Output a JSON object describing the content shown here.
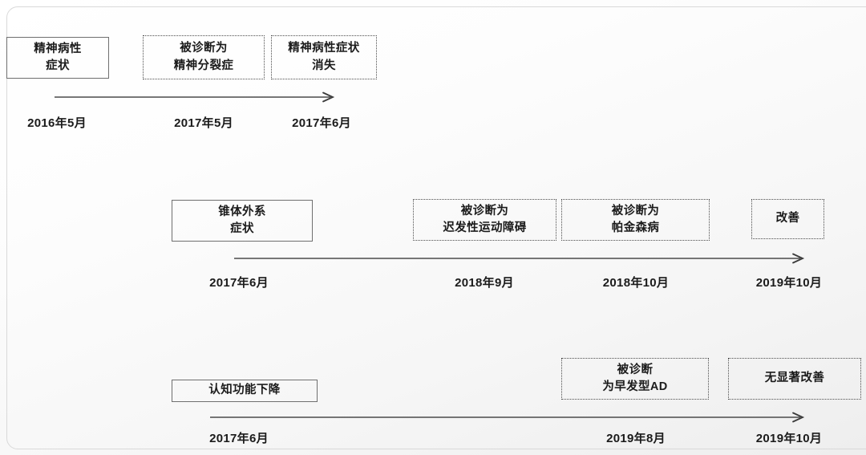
{
  "figure": {
    "type": "timeline-diagram",
    "rows": [
      {
        "id": "row-psychotic",
        "start_box": {
          "lines": [
            "精神病性",
            "症状"
          ],
          "style": "solid"
        },
        "event_boxes": [
          {
            "lines": [
              "被诊断为",
              "精神分裂症"
            ],
            "style": "dotted"
          },
          {
            "lines": [
              "精神病性症状",
              "消失"
            ],
            "style": "dotted"
          }
        ],
        "dates": [
          "2016年5月",
          "2017年5月",
          "2017年6月"
        ]
      },
      {
        "id": "row-extrapyramidal",
        "start_box": {
          "lines": [
            "锥体外系",
            "症状"
          ],
          "style": "solid"
        },
        "event_boxes": [
          {
            "lines": [
              "被诊断为",
              "迟发性运动障碍"
            ],
            "style": "dotted"
          },
          {
            "lines": [
              "被诊断为",
              "帕金森病"
            ],
            "style": "dotted"
          },
          {
            "lines": [
              "改善"
            ],
            "style": "dotted"
          }
        ],
        "dates": [
          "2017年6月",
          "2018年9月",
          "2018年10月",
          "2019年10月"
        ]
      },
      {
        "id": "row-cognitive",
        "start_box": {
          "lines": [
            "认知功能下降"
          ],
          "style": "solid"
        },
        "event_boxes": [
          {
            "lines": [
              "被诊断",
              "为早发型AD"
            ],
            "style": "dotted"
          },
          {
            "lines": [
              "无显著改善"
            ],
            "style": "dotted"
          }
        ],
        "dates": [
          "2017年6月",
          "2019年8月",
          "2019年10月"
        ]
      }
    ]
  },
  "colors": {
    "solid_border": "#6f6f6f",
    "dotted_border": "#4d4d4d",
    "arrow": "#4a4a4a",
    "text": "#1b1b1b",
    "frame": "#d9d9d9"
  },
  "boxes": {
    "r1b1_l1": "精神病性",
    "r1b1_l2": "症状",
    "r1b2_l1": "被诊断为",
    "r1b2_l2": "精神分裂症",
    "r1b3_l1": "精神病性症状",
    "r1b3_l2": "消失",
    "r2b1_l1": "锥体外系",
    "r2b1_l2": "症状",
    "r2b2_l1": "被诊断为",
    "r2b2_l2": "迟发性运动障碍",
    "r2b3_l1": "被诊断为",
    "r2b3_l2": "帕金森病",
    "r2b4_l1": "改善",
    "r3b1_l1": "认知功能下降",
    "r3b2_l1": "被诊断",
    "r3b2_l2": "为早发型AD",
    "r3b3_l1": "无显著改善"
  },
  "dates": {
    "r1d1": "2016年5月",
    "r1d2": "2017年5月",
    "r1d3": "2017年6月",
    "r2d1": "2017年6月",
    "r2d2": "2018年9月",
    "r2d3": "2018年10月",
    "r2d4": "2019年10月",
    "r3d1": "2017年6月",
    "r3d2": "2019年8月",
    "r3d3": "2019年10月"
  }
}
